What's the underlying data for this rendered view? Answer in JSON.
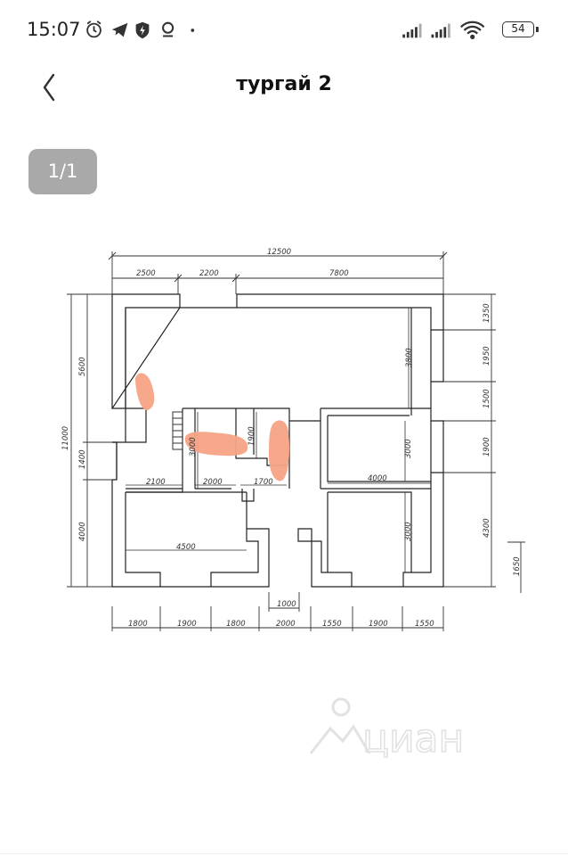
{
  "status_bar": {
    "time": "15:07",
    "battery": "54",
    "icons": [
      "alarm-icon",
      "telegram-icon",
      "shield-icon",
      "location-icon",
      "dot-icon",
      "signal-icon",
      "signal-icon",
      "wifi-icon",
      "battery-icon"
    ]
  },
  "nav": {
    "title": "тургай 2",
    "back_icon": "chevron-left-icon"
  },
  "gallery": {
    "page_counter": "1/1"
  },
  "floor_plan": {
    "top_dimensions": {
      "overall": "12500",
      "segments": [
        "2500",
        "2200",
        "7800"
      ]
    },
    "bottom_dimensions": {
      "entrance": "1000",
      "segments": [
        "1800",
        "1900",
        "1800",
        "2000",
        "1550",
        "1900",
        "1550"
      ]
    },
    "left_dimensions": {
      "overall": "11000",
      "segments": [
        "5600",
        "1400",
        "4000"
      ]
    },
    "right_dimensions": {
      "segments": [
        "1350",
        "1950",
        "1500",
        "1900",
        "4300"
      ],
      "extra": "1650"
    },
    "interior_dimensions": {
      "upper_right_height": "3800",
      "left_corridor_width": "2100",
      "bath_width": "2000",
      "small_room_width": "1700",
      "bath_height": "3000",
      "small_room_height": "1900",
      "mid_right_height": "3000",
      "mid_right_width": "4000",
      "lower_left_width": "4500",
      "lower_right_height": "3000"
    },
    "highlight_color": "#f7a485"
  },
  "watermark": {
    "text": "циан"
  }
}
